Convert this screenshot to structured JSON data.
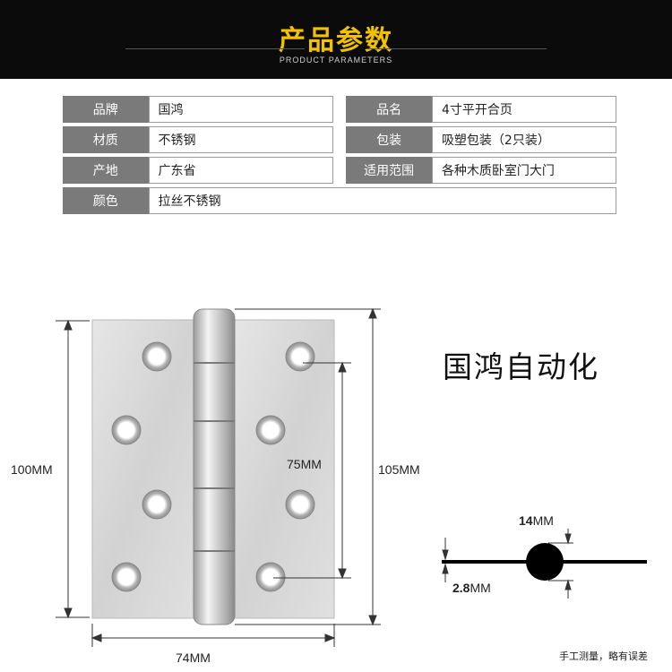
{
  "header": {
    "title": "产品参数",
    "subtitle": "PRODUCT PARAMETERS"
  },
  "params": [
    {
      "k1": "品牌",
      "v1": "国鸿",
      "k2": "品名",
      "v2": "4寸平开合页"
    },
    {
      "k1": "材质",
      "v1": "不锈钢",
      "k2": "包装",
      "v2": "吸塑包装（2只装）"
    },
    {
      "k1": "产地",
      "v1": "广东省",
      "k2": "适用范围",
      "v2": "各种木质卧室门大门"
    },
    {
      "k1": "颜色",
      "v1": "拉丝不锈钢",
      "k2": "",
      "v2": ""
    }
  ],
  "diagram": {
    "brand": "国鸿自动化",
    "dim_height": "100MM",
    "dim_hole_spacing": "75MM",
    "dim_total_height": "105MM",
    "dim_width": "74MM",
    "thickness_label_bold": "2.8",
    "thickness_label_unit": "MM",
    "diameter_label_bold": "14",
    "diameter_label_unit": "MM",
    "note": "手工测量，略有误差"
  },
  "colors": {
    "banner_bg": "#0b0b0b",
    "title": "#f2c200",
    "key_cell": "#7a7a7a",
    "steel": "#d9d9d9"
  }
}
